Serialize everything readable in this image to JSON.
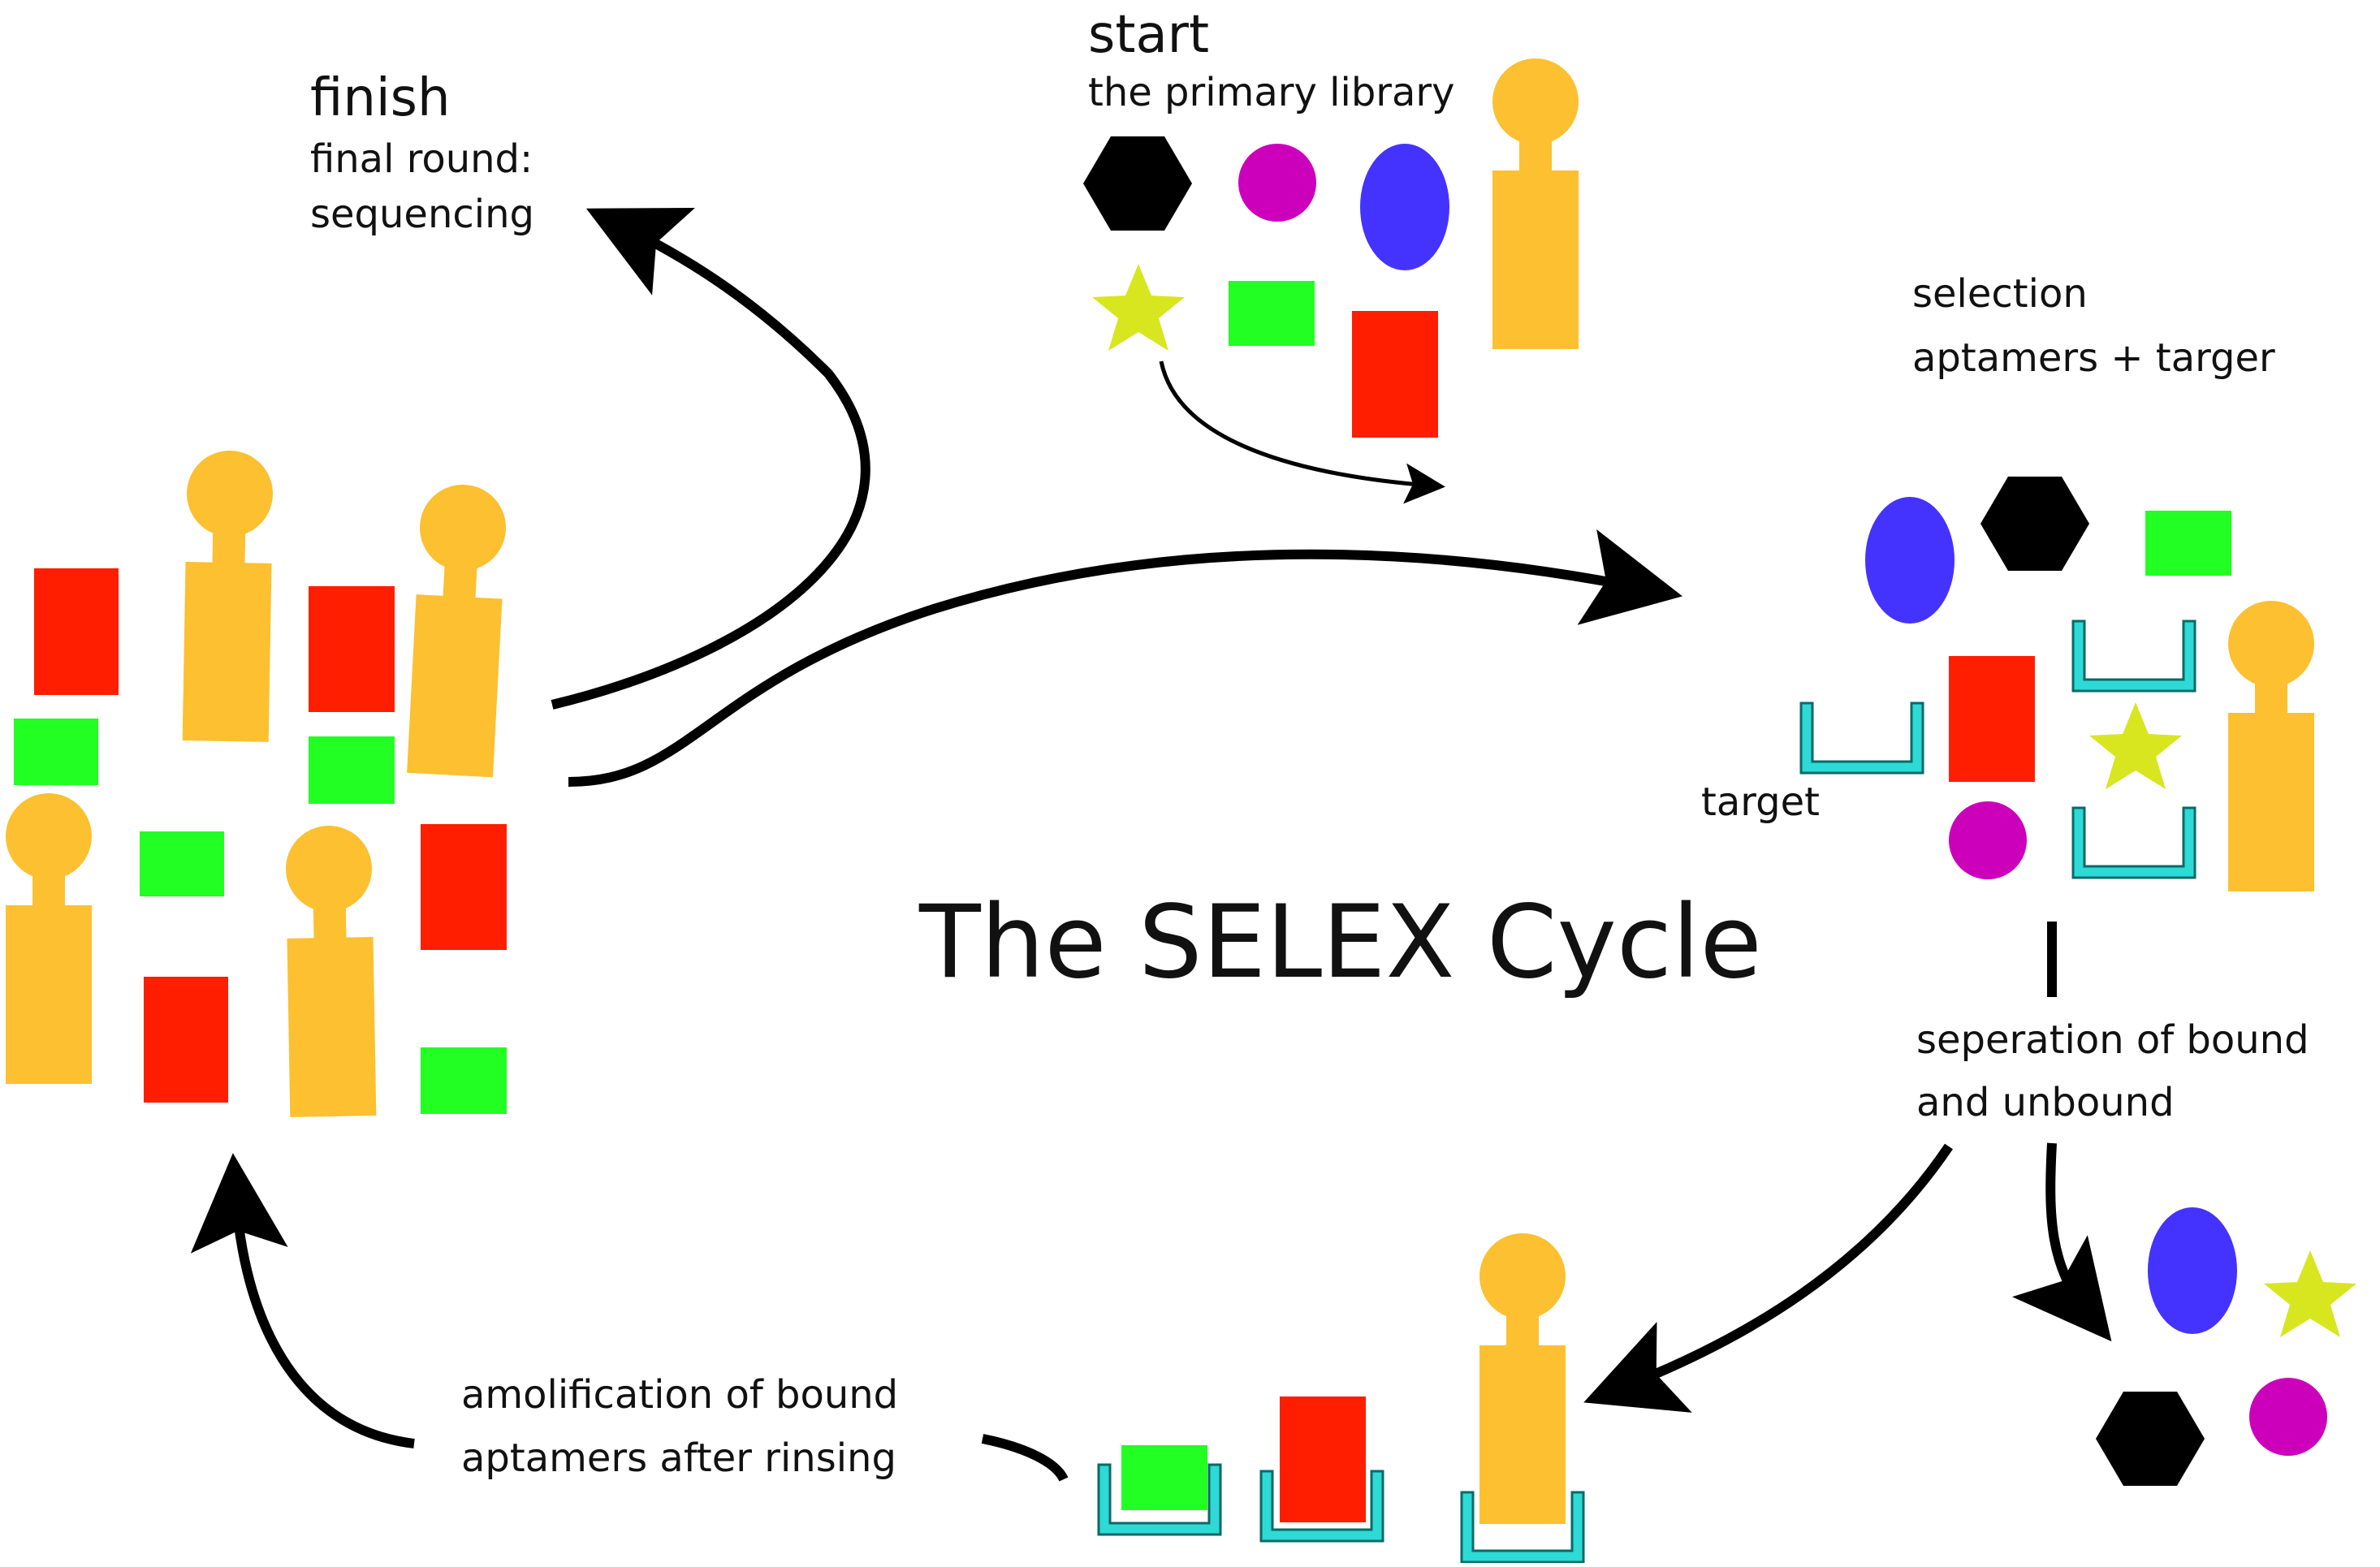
{
  "title": "The SELEX Cycle",
  "start": {
    "heading": "start",
    "caption": "the primary library"
  },
  "finish": {
    "heading": "finish",
    "caption_line1": "final round:",
    "caption_line2": "sequencing"
  },
  "selection": {
    "line1": "selection",
    "line2": "aptamers + targer"
  },
  "target_label": "target",
  "separation": {
    "line1": "seperation of bound",
    "line2": "and unbound"
  },
  "amplification": {
    "line1": "amolification of bound",
    "line2": "aptamers after rinsing"
  },
  "colors": {
    "aptamer_orange": "#fcc030",
    "rect_red": "#ff1e00",
    "rect_green": "#22ff22",
    "circle_magenta": "#cc00bb",
    "ellipse_blue": "#4433ff",
    "hexagon": "#000000",
    "star_yellow": "#d8e620",
    "target_cyan": "#2ddad6",
    "arrow": "#000000"
  }
}
